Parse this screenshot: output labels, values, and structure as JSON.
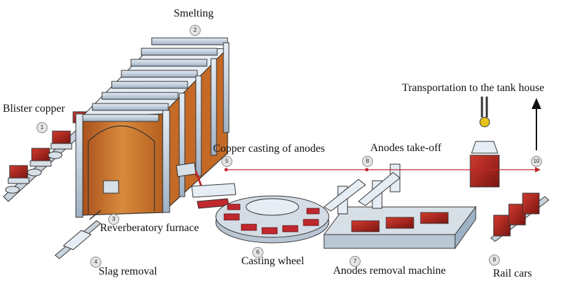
{
  "labels": {
    "smelting": "Smelting",
    "blister_copper": "Blister copper",
    "reverberatory_furnace": "Reverberatory furnace",
    "slag_removal": "Slag removal",
    "copper_casting": "Copper casting of anodes",
    "anodes_takeoff": "Anodes take-off",
    "casting_wheel": "Casting wheel",
    "anodes_removal_machine": "Anodes removal machine",
    "rail_cars": "Rail cars",
    "transportation": "Transportation to the tank house"
  },
  "steps": {
    "s1": "1",
    "s2": "2",
    "s3": "3",
    "s4": "4",
    "s5": "5",
    "s6": "6",
    "s7": "7",
    "s8": "8",
    "s9": "9",
    "s10": "10"
  },
  "colors": {
    "flow_line": "#c0282d",
    "copper_red": "#c0282d",
    "furnace_brick": "#c8742a",
    "frame_blue": "#b7c8da",
    "crane_yellow": "#e8c21c"
  }
}
